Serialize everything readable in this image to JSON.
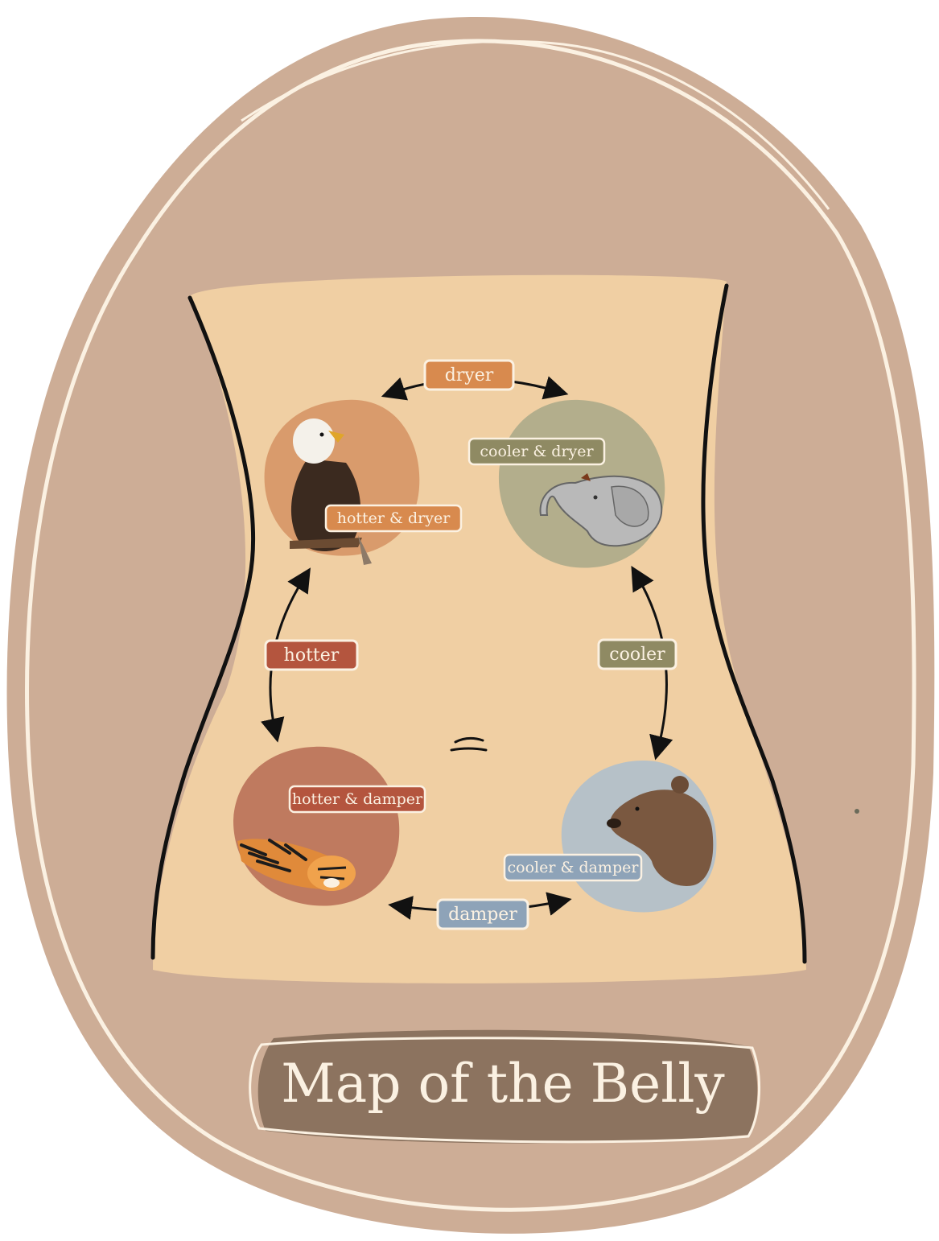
{
  "title": "Map of the Belly",
  "directions": {
    "dryer": "dryer",
    "hotter": "hotter",
    "cooler": "cooler",
    "damper": "damper"
  },
  "quadrants": {
    "hotter_dryer": {
      "label": "hotter & dryer",
      "animal": "eagle",
      "color": "#d99b6c"
    },
    "cooler_dryer": {
      "label": "cooler & dryer",
      "animal": "elephant",
      "color": "#b3ae8c"
    },
    "hotter_damper": {
      "label": "hotter & damper",
      "animal": "tiger",
      "color": "#bf7a5f"
    },
    "cooler_damper": {
      "label": "cooler & damper",
      "animal": "bear",
      "color": "#b6c1c8"
    }
  },
  "colors": {
    "outer_blob": "#cdad96",
    "belly": "#f0cfa3",
    "title_box": "#8c735f",
    "cream_line": "#fbf1e2",
    "dryer_tag": "#d88a4e",
    "hotter_tag": "#b4553e",
    "cooler_tag": "#8f8a63",
    "damper_tag": "#8ea3b8"
  }
}
